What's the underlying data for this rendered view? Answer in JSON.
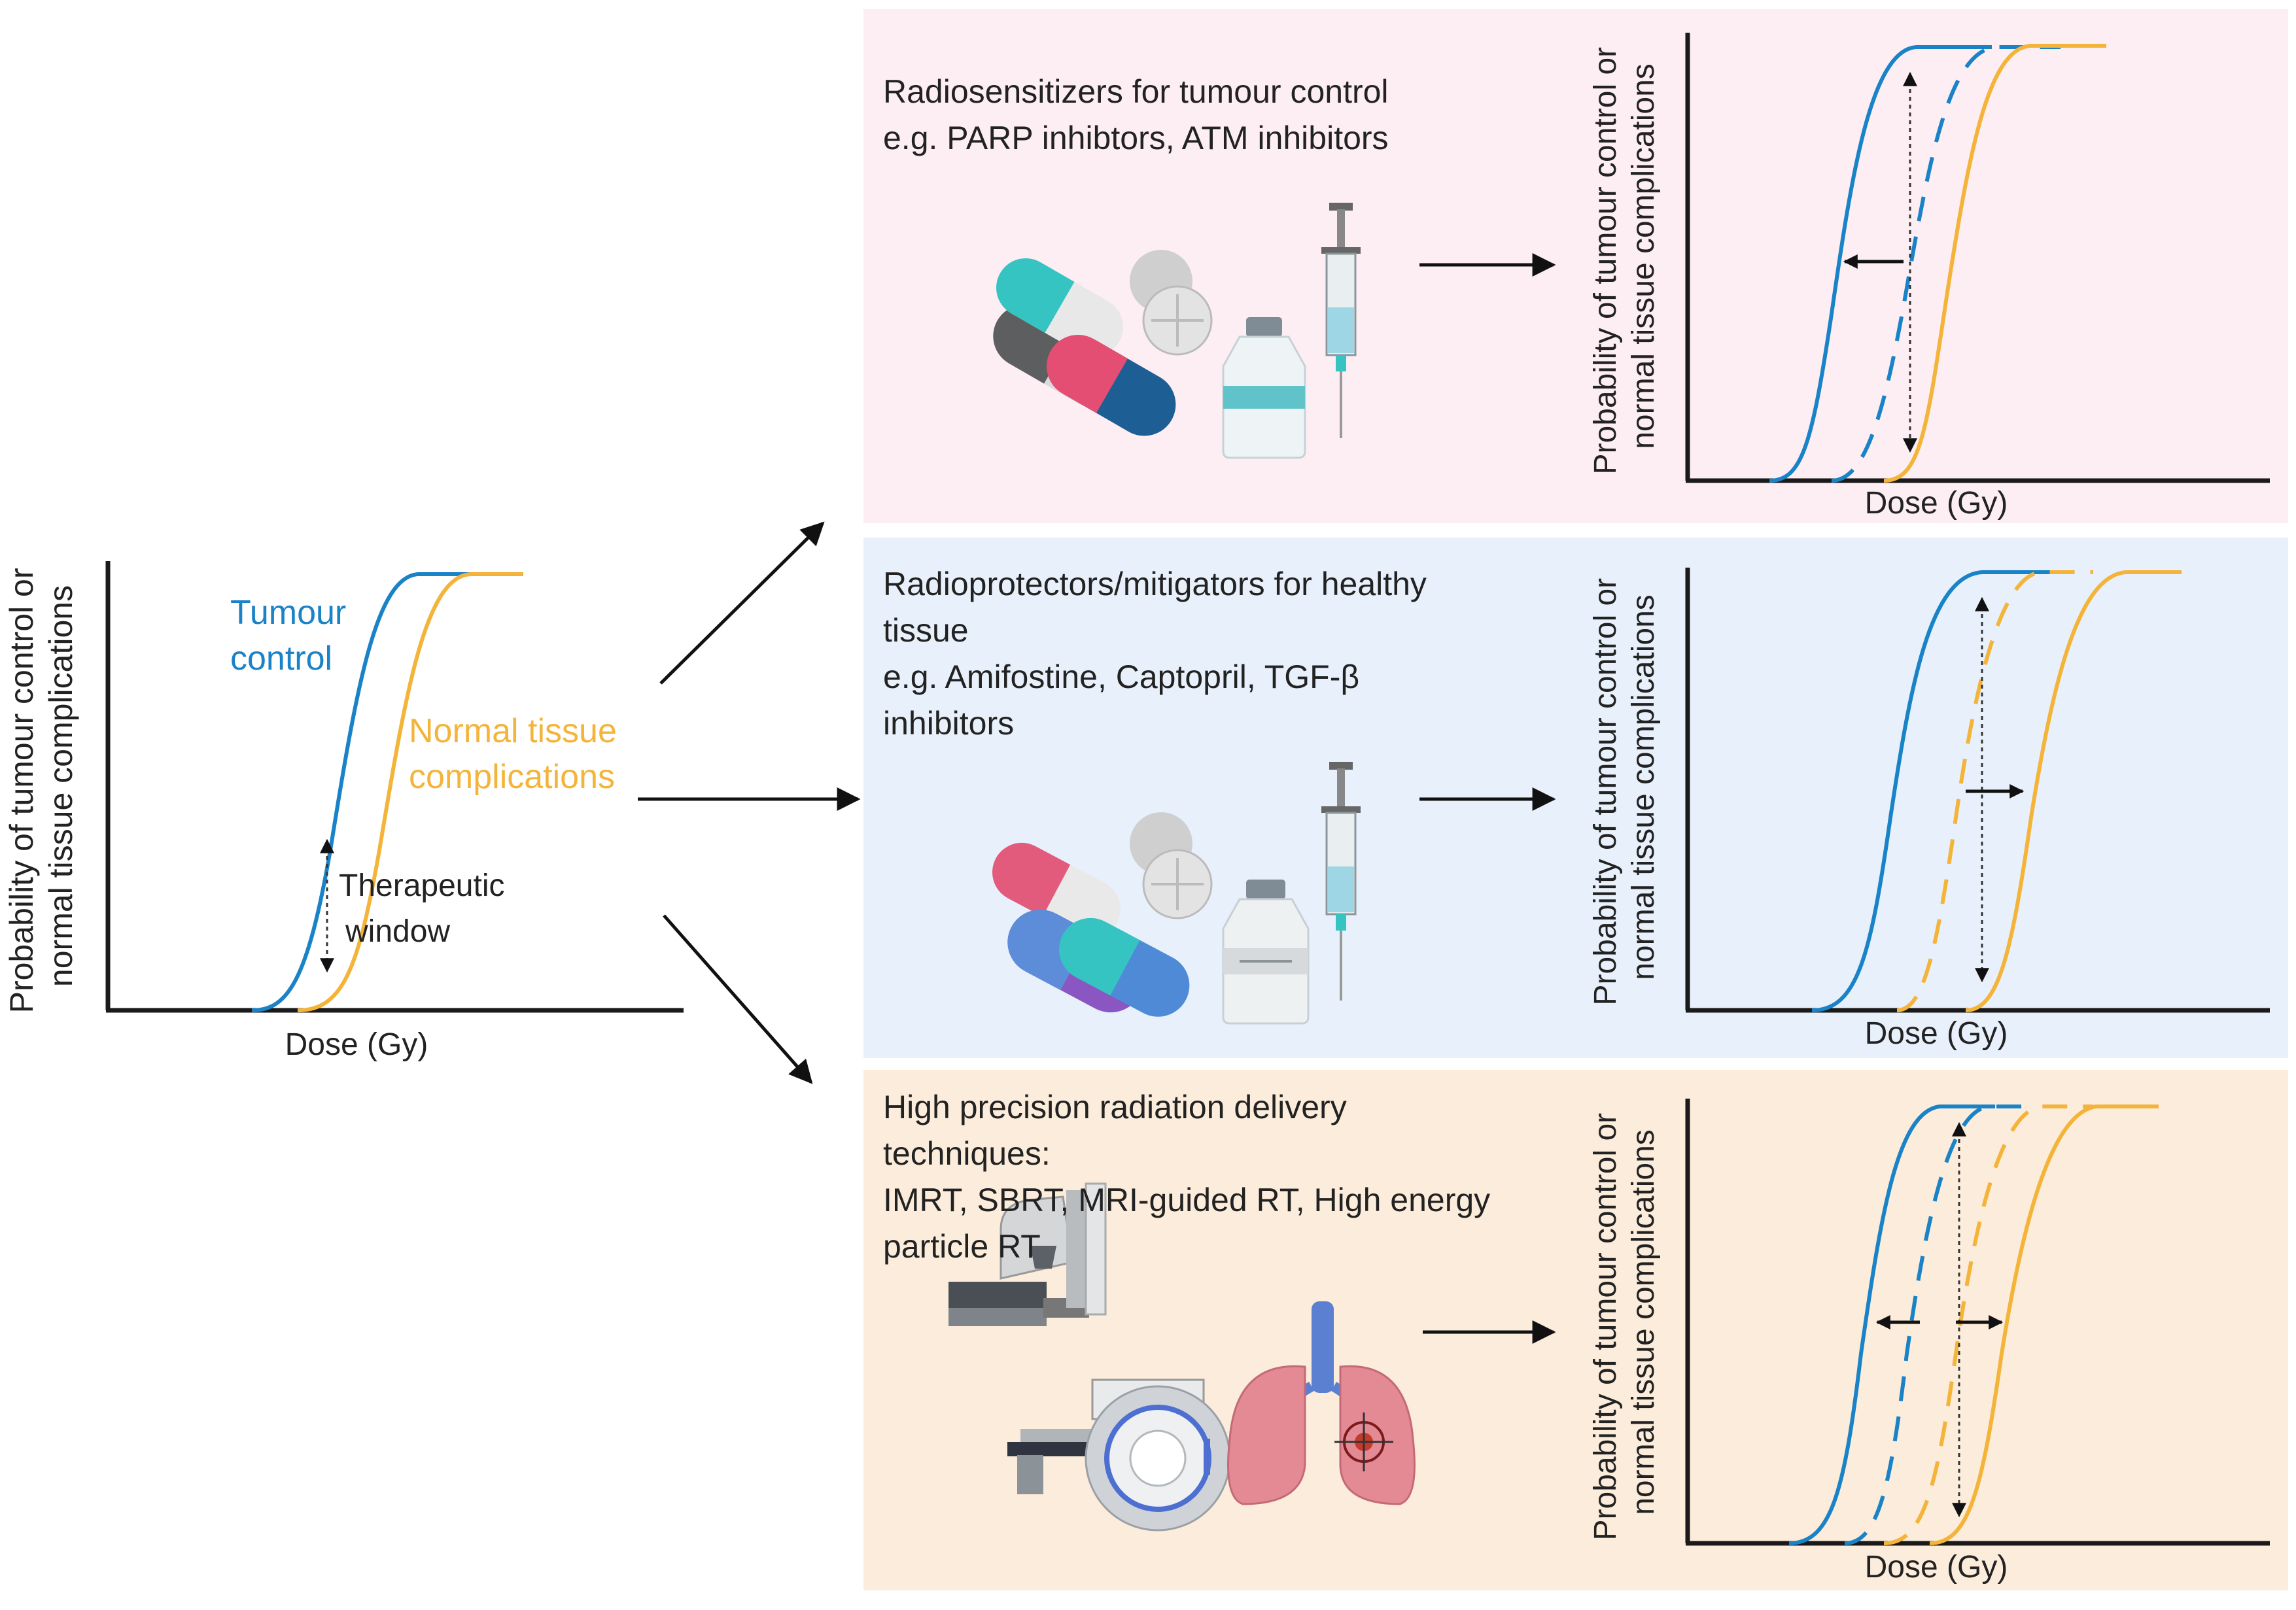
{
  "colors": {
    "tumour": "#1a83c8",
    "normal": "#f4b43a",
    "axis": "#1a1a1a",
    "panel_sensitizer_bg": "#fdeef4",
    "panel_protector_bg": "#e8f1fb",
    "panel_precision_bg": "#fcecdb"
  },
  "main_chart": {
    "ylabel": [
      "Probability of tumour control or",
      "normal tissue complications"
    ],
    "xlabel": "Dose (Gy)",
    "tumour_label": [
      "Tumour",
      "control"
    ],
    "normal_label": [
      "Normal tissue",
      "complications"
    ],
    "window_label": [
      "Therapeutic",
      "window"
    ]
  },
  "panels": [
    {
      "id": "radiosensitizers",
      "text_lines": [
        "Radiosensitizers for tumour control",
        "e.g. PARP inhibtors, ATM inhibitors"
      ],
      "icons": [
        "capsule-icon",
        "tablet-icon",
        "vial-icon",
        "syringe-icon"
      ],
      "chart": {
        "ylabel": [
          "Probability of tumour control or",
          "normal tissue complications"
        ],
        "xlabel": "Dose (Gy)"
      }
    },
    {
      "id": "radioprotectors",
      "text_lines": [
        "Radioprotectors/mitigators for healthy",
        "tissue",
        "e.g. Amifostine, Captopril, TGF-β",
        "inhibitors"
      ],
      "icons": [
        "capsule-icon",
        "tablet-icon",
        "vial-icon",
        "syringe-icon"
      ],
      "chart": {
        "ylabel": [
          "Probability of tumour control or",
          "normal tissue complications"
        ],
        "xlabel": "Dose (Gy)"
      }
    },
    {
      "id": "precision",
      "text_lines": [
        "High precision radiation delivery",
        "techniques:",
        "IMRT, SBRT, MRI-guided RT, High energy",
        "particle RT"
      ],
      "icons": [
        "linac-icon",
        "mri-scanner-icon",
        "lungs-target-icon"
      ],
      "chart": {
        "ylabel": [
          "Probability of tumour control or",
          "normal tissue complications"
        ],
        "xlabel": "Dose (Gy)"
      }
    }
  ]
}
